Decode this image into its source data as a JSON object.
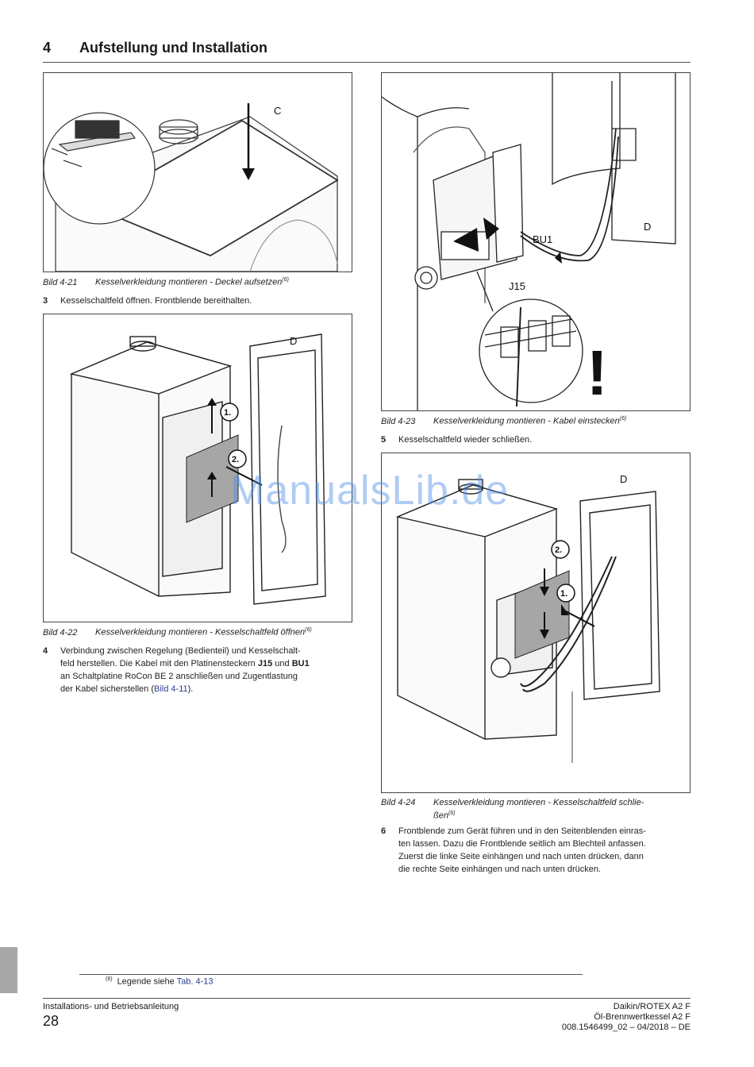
{
  "header": {
    "chapter_num": "4",
    "chapter_title": "Aufstellung und Installation"
  },
  "figures": [
    {
      "label": "Bild 4-21",
      "title": "Kesselverkleidung montieren - Deckel aufsetzen",
      "ref": "(6)",
      "callouts": [
        "C"
      ]
    },
    {
      "label": "Bild 4-22",
      "title": "Kesselverkleidung montieren - Kesselschaltfeld öffnen",
      "ref": "(6)",
      "callouts": [
        "D",
        "1.",
        "2."
      ]
    },
    {
      "label": "Bild 4-23",
      "title": "Kesselverkleidung montieren - Kabel einstecken",
      "ref": "(6)",
      "callouts": [
        "D",
        "BU1",
        "J15",
        "!"
      ]
    },
    {
      "label": "Bild 4-24",
      "title_line1": "Kesselverkleidung montieren - Kesselschaltfeld schlie-",
      "title_line2": "ßen",
      "ref": "(6)",
      "callouts": [
        "D",
        "2.",
        "1."
      ]
    }
  ],
  "steps": [
    {
      "num": "3",
      "text": "Kesselschaltfeld öffnen. Frontblende bereithalten."
    },
    {
      "num": "4",
      "line1": "Verbindung zwischen Regelung (Bedienteil) und Kesselschalt-",
      "line2_a": "feld herstellen. Die Kabel mit den Platinensteckern ",
      "line2_b": "J15",
      "line2_c": " und ",
      "line2_d": "BU1",
      "line3": "an Schaltplatine RoCon BE 2 anschließen und Zugentlastung",
      "line4_a": "der Kabel sicherstellen (",
      "line4_link": "Bild 4-11",
      "line4_b": ")."
    },
    {
      "num": "5",
      "text": "Kesselschaltfeld wieder schließen."
    },
    {
      "num": "6",
      "line1": "Frontblende zum Gerät führen und in den Seitenblenden einras-",
      "line2": "ten lassen. Dazu die Frontblende seitlich am Blechteil anfassen.",
      "line3": "Zuerst die linke Seite einhängen und nach unten drücken, dann",
      "line4": "die rechte Seite einhängen und nach unten drücken."
    }
  ],
  "watermark": "ManualsLib.de",
  "footnote": {
    "mark": "(6)",
    "text": "Legende siehe ",
    "link": "Tab. 4-13"
  },
  "footer": {
    "left": "Installations- und Betriebsanleitung",
    "page": "28",
    "right_line1": "Daikin/ROTEX A2 F",
    "right_line2": "Öl-Brennwertkessel A2 F",
    "right_line3": "008.1546499_02 – 04/2018 – DE"
  }
}
